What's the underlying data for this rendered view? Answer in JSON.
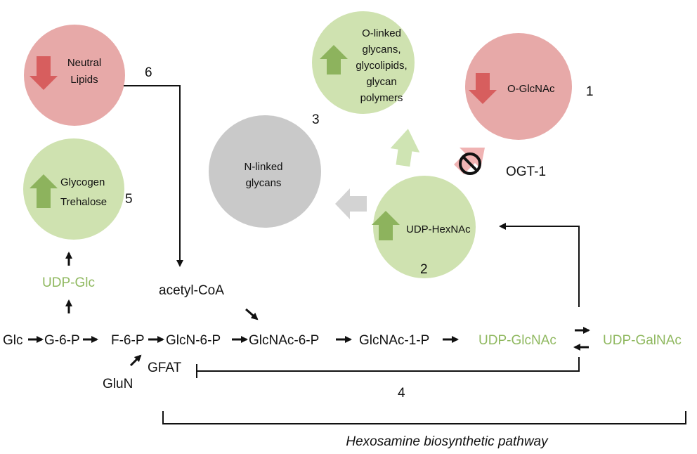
{
  "colors": {
    "red_circle": "#e7a9a8",
    "green_circle": "#cfe2b0",
    "grey_circle": "#c9c9c9",
    "green_arrow": "#8db35d",
    "red_arrow": "#d75e5e",
    "light_green_arrow": "#cfe4b3",
    "grey_arrow": "#d3d3d3",
    "green_text": "#8fb85f",
    "pink_inhibit": "#f0b3b3"
  },
  "nodes": {
    "neutral_lipids": {
      "line1": "Neutral",
      "line2": "Lipids",
      "number": "6"
    },
    "glycogen": {
      "line1": "Glycogen",
      "line2": "Trehalose",
      "number": "5"
    },
    "n_linked": {
      "line1": "N-linked",
      "line2": "glycans",
      "number": "3"
    },
    "o_linked": {
      "line1": "O-linked",
      "line2": "glycans,",
      "line3": "glycolipids,",
      "line4": "glycan",
      "line5": "polymers"
    },
    "o_glcnac": {
      "label": "O-GlcNAc",
      "number": "1"
    },
    "udp_hexnac": {
      "label": "UDP-HexNAc",
      "number": "2"
    }
  },
  "labels": {
    "udp_glc": "UDP-Glc",
    "acetyl_coa": "acetyl-CoA",
    "ogt": "OGT-1",
    "gfat": "GFAT",
    "glun": "GluN",
    "feedback_number": "4",
    "pathway_name": "Hexosamine biosynthetic pathway"
  },
  "pathway": {
    "glc": "Glc",
    "g6p": "G-6-P",
    "f6p": "F-6-P",
    "glcn6p": "GlcN-6-P",
    "glcnac6p": "GlcNAc-6-P",
    "glcnac1p": "GlcNAc-1-P",
    "udp_glcnac": "UDP-GlcNAc",
    "udp_galnac": "UDP-GalNAc"
  }
}
